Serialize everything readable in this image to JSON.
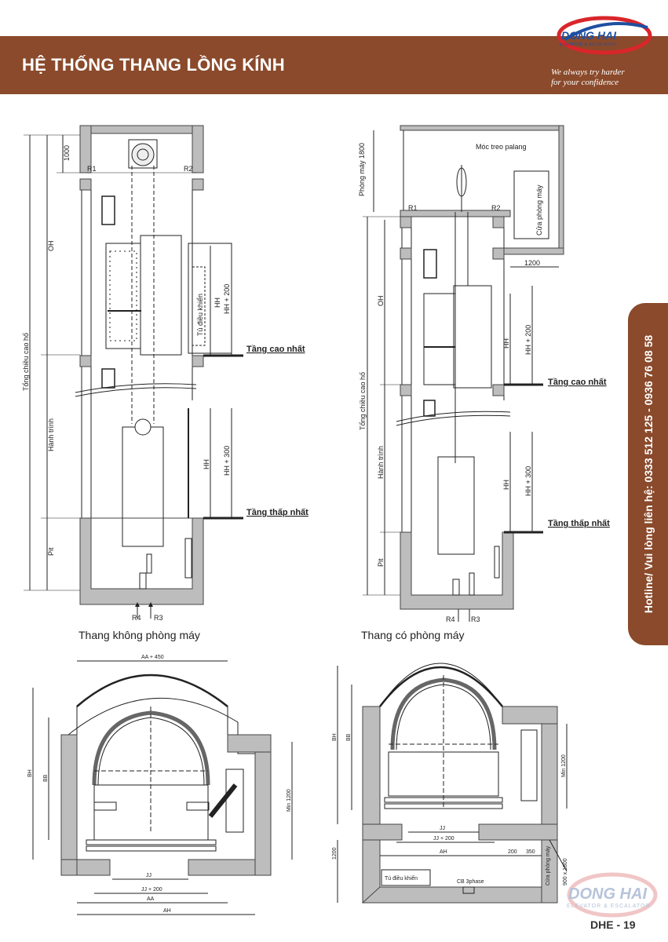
{
  "header": {
    "title": "HỆ THỐNG THANG LỒNG KÍNH",
    "logo_name": "DONG HAI",
    "logo_sub": "ELEVATOR & ESCALATOR",
    "slogan_line1": "We always try harder",
    "slogan_line2": "for your confidence"
  },
  "hotline": "Hotline/ Vui lòng liên hệ: 0333 512 125 - 0936 76 08 58",
  "captions": {
    "left": "Thang không phòng máy",
    "right": "Thang có phòng máy"
  },
  "left_elevation": {
    "dim_1000": "1000",
    "r1": "R1",
    "r2": "R2",
    "oh": "OH",
    "total": "Tổng chiều cao hố",
    "travel": "Hành trình",
    "pit": "Pit",
    "cabinet": "Tủ điều khiển",
    "hh_top": "HH",
    "hh_200": "HH + 200",
    "hh_bottom": "HH",
    "hh_300": "HH + 300",
    "top_floor": "Tầng cao nhất",
    "bottom_floor": "Tầng thấp nhất",
    "r4": "R4",
    "r3": "R3"
  },
  "right_elevation": {
    "machine_room": "Phòng máy 1800",
    "hook": "Móc treo palang",
    "machine_door": "Cửa phòng máy",
    "dim_1200": "1200",
    "r1": "R1",
    "r2": "R2",
    "oh": "OH",
    "total": "Tổng chiều cao hố",
    "travel": "Hành trình",
    "pit": "Pit",
    "hh_top": "HH",
    "hh_200": "HH + 200",
    "hh_bottom": "HH",
    "hh_300": "HH + 300",
    "top_floor": "Tầng cao nhất",
    "bottom_floor": "Tầng thấp nhất",
    "r4": "R4",
    "r3": "R3"
  },
  "left_plan": {
    "aa450": "AA + 450",
    "bh": "BH",
    "bb": "BB",
    "min1200": "Min 1200",
    "jj": "JJ",
    "jj200": "JJ + 200",
    "aa": "AA",
    "ah": "AH"
  },
  "right_plan": {
    "bh": "BH",
    "bb": "BB",
    "min1200": "Min 1200",
    "jj": "JJ",
    "jj200": "JJ + 200",
    "ah": "AH",
    "d200": "200",
    "d350": "350",
    "d1200": "1200",
    "cabinet": "Tủ điều khiển",
    "cb": "CB 3phase",
    "machine_door": "Cửa phòng máy",
    "door_size": "900 x 1800"
  },
  "watermark": {
    "name": "DONG HAI",
    "sub": "ELEVATOR & ESCALATOR"
  },
  "page_number": "DHE - 19",
  "colors": {
    "brand_brown": "#8a4a2b",
    "wall_gray": "#bdbdbd",
    "logo_blue": "#1f4fa0",
    "logo_red": "#d9262b"
  }
}
